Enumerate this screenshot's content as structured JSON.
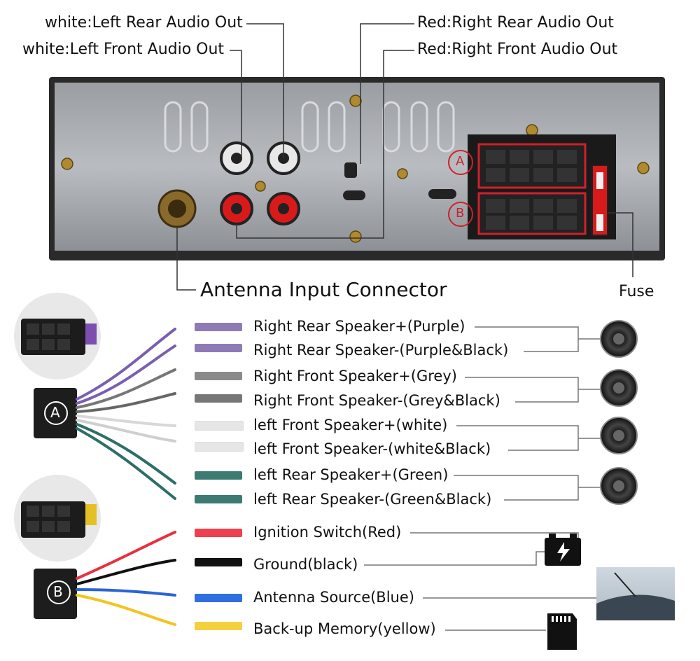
{
  "top_labels": {
    "left_rear": "white:Left Rear Audio Out",
    "left_front": "white:Left Front Audio Out",
    "right_rear": "Red:Right Rear Audio Out",
    "right_front": "Red:Right Front Audio Out",
    "antenna_input": "Antenna Input Connector",
    "fuse": "Fuse"
  },
  "connector_badges": {
    "a": "A",
    "b": "B"
  },
  "wires": [
    {
      "label": "Right Rear Speaker+(Purple)",
      "color": "#8e7bb5"
    },
    {
      "label": "Right Rear Speaker-(Purple&Black)",
      "color": "#8e7bb5"
    },
    {
      "label": "Right Front Speaker+(Grey)",
      "color": "#8a8a8a"
    },
    {
      "label": "Right Front Speaker-(Grey&Black)",
      "color": "#777777"
    },
    {
      "label": "left Front Speaker+(white)",
      "color": "#e6e6e6"
    },
    {
      "label": "left Front Speaker-(white&Black)",
      "color": "#e6e6e6"
    },
    {
      "label": "left Rear Speaker+(Green)",
      "color": "#3c7a72"
    },
    {
      "label": "left Rear Speaker-(Green&Black)",
      "color": "#3c7a72"
    },
    {
      "label": "Ignition Switch(Red)",
      "color": "#f0404f"
    },
    {
      "label": "Ground(black)",
      "color": "#111111"
    },
    {
      "label": "Antenna Source(Blue)",
      "color": "#2f6fe0"
    },
    {
      "label": "Back-up Memory(yellow)",
      "color": "#f4d03f"
    }
  ]
}
